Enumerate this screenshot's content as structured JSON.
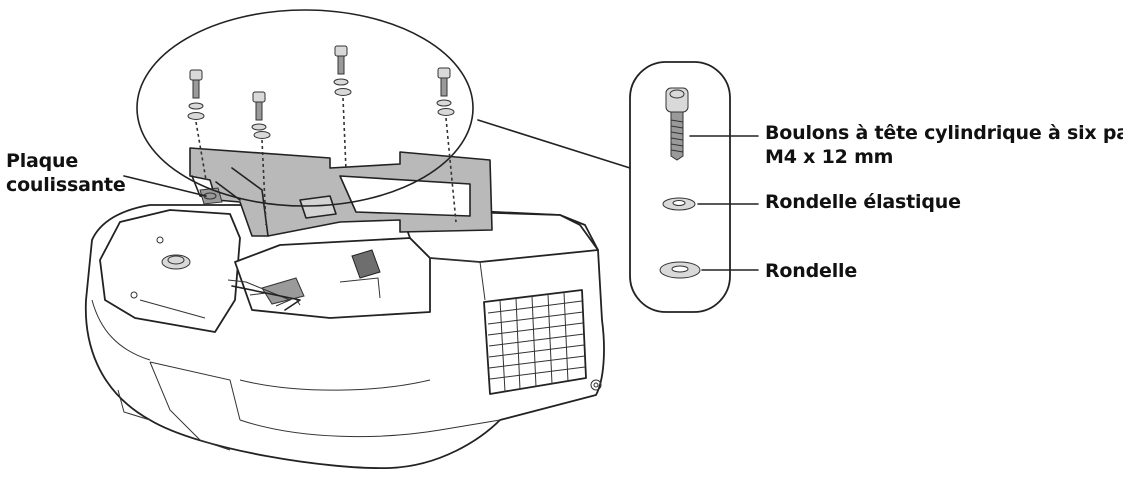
{
  "labels": {
    "slide_plate": [
      "Plaque",
      "coulissante"
    ],
    "hex_bolts": [
      "Boulons à tête cylindrique à six pans",
      "M4 x 12 mm"
    ],
    "spring_washer": "Rondelle élastique",
    "washer": "Rondelle"
  },
  "counts": {
    "bolts_shown": 4
  },
  "colors": {
    "line": "#222222",
    "plate_fill": "#b9b9b9",
    "background": "#ffffff"
  }
}
